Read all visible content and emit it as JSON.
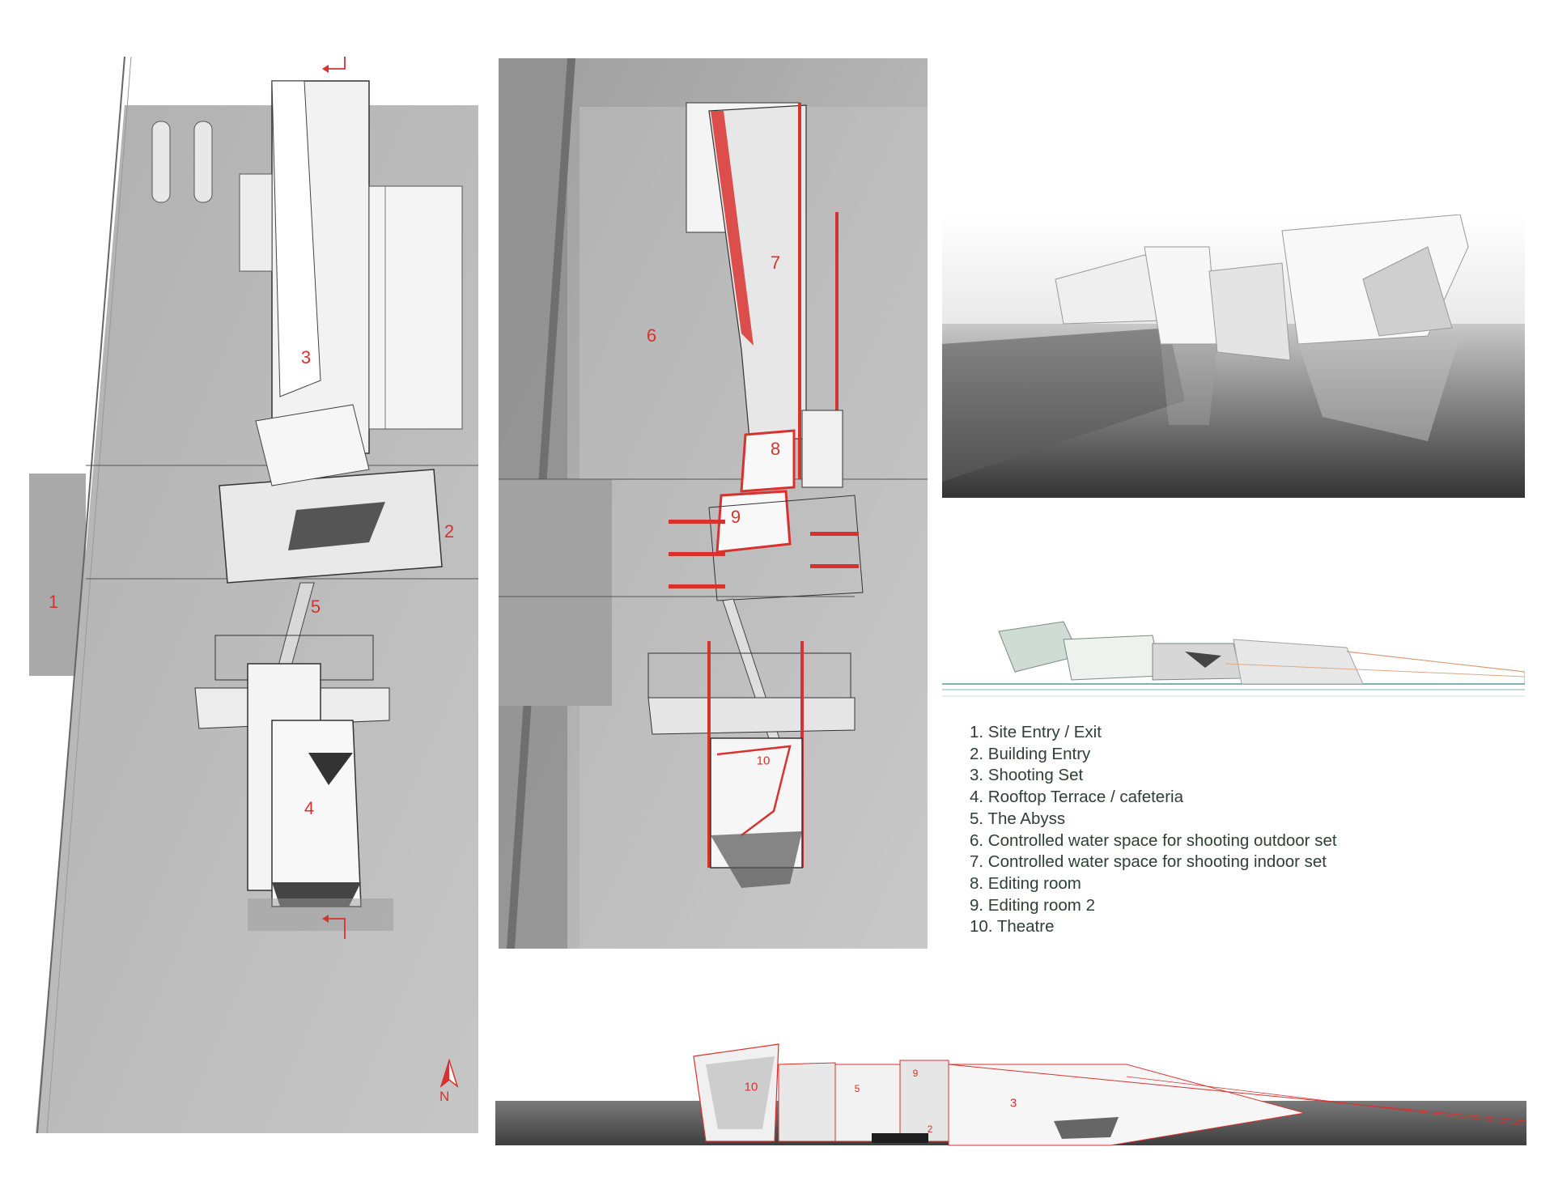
{
  "plan_labels": {
    "site_entry": "1",
    "building_entry": "2",
    "shooting_set": "3",
    "rooftop": "4",
    "abyss": "5"
  },
  "lower_plan_labels": {
    "outdoor_water": "6",
    "indoor_water": "7",
    "editing": "8",
    "editing_2": "9",
    "theatre": "10"
  },
  "section_labels": {
    "theatre": "10",
    "abyss": "5",
    "editing_2": "9",
    "shooting_set": "3",
    "small": "2"
  },
  "compass": {
    "letter": "N"
  },
  "legend": [
    "1. Site Entry / Exit",
    "2. Building Entry",
    "3. Shooting Set",
    "4. Rooftop Terrace / cafeteria",
    "5. The Abyss",
    "6. Controlled water space for shooting outdoor set",
    "7. Controlled water space for shooting indoor set",
    "8. Editing room",
    "9. Editing room 2",
    "10.  Theatre"
  ],
  "colors": {
    "accent_red": "#d8322f",
    "ground_grey": "#b9b9b9",
    "legend_text": "#2f3f35"
  }
}
